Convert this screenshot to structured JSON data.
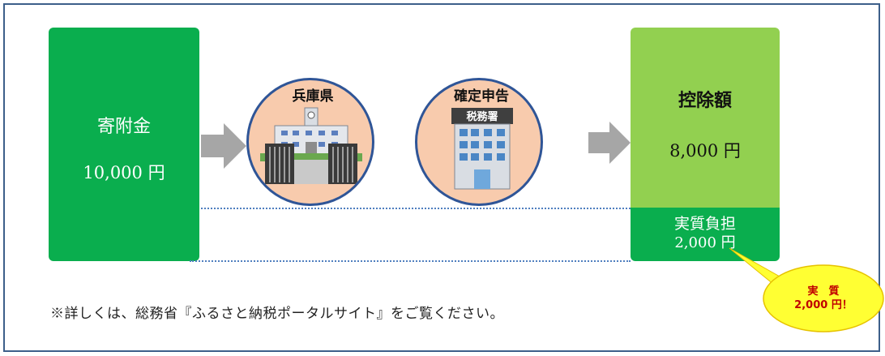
{
  "donation": {
    "title": "寄附金",
    "amount": "10,000 円"
  },
  "steps": [
    {
      "label": "兵庫県",
      "icon": "prefectural-office-icon"
    },
    {
      "label": "確定申告",
      "icon": "tax-office-icon",
      "sign": "税務署"
    }
  ],
  "deduction": {
    "title": "控除額",
    "amount": "8,000 円"
  },
  "burden": {
    "line1": "実質負担",
    "line2": "2,000 円"
  },
  "callout": {
    "line1": "実　質",
    "line2": "2,000 円！"
  },
  "note": "※詳しくは、総務省『ふるさと納税ポータルサイト』をご覧ください。",
  "colors": {
    "green": "#0aae4e",
    "light_green": "#92d050",
    "circle_fill": "#f8cbad",
    "circle_border": "#2f5597",
    "arrow": "#a6a6a6",
    "callout_fill": "#ffff33",
    "callout_text": "#c00000"
  }
}
